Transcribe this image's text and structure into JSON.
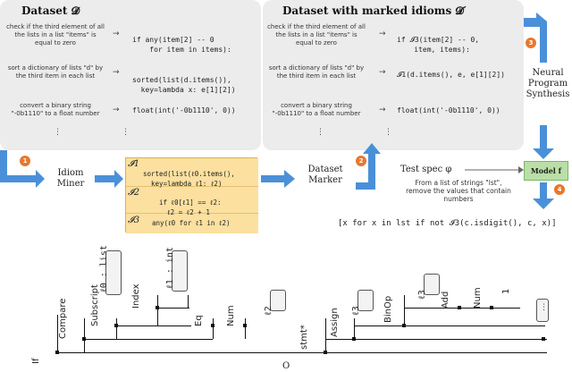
{
  "dataset_panel": {
    "title": "Dataset 𝓓",
    "rows": [
      {
        "desc": "check if the third element of all the lists in a list \"items\" is equal to zero",
        "code": [
          "if any(item[2] -- 0",
          "    for item in items):"
        ]
      },
      {
        "desc": "sort a dictionary of lists \"d\" by the third item in each list",
        "code": [
          "sorted(list(d.items()),",
          "  key=lambda x: e[1][2])"
        ]
      },
      {
        "desc": "convert a binary string \"-0b1110\" to a float number",
        "code": [
          "float(int('-0b1110', 0))"
        ]
      }
    ],
    "arrow": "→",
    "ellipsis": "⋮"
  },
  "marked_panel": {
    "title": "Dataset with marked idioms 𝓓′",
    "rows": [
      {
        "desc": "check if the third element of all the lists in a list \"items\" is equal to zero",
        "code": [
          "if 𝓘3(item[2] -- 0,",
          "    item, items):"
        ]
      },
      {
        "desc": "sort a dictionary of lists \"d\" by the third item in each list",
        "code": [
          "𝓘1(d.items(), e, e[1][2])"
        ]
      },
      {
        "desc": "convert a binary string \"-0b1110\" to a float number",
        "code": [
          "float(int('-0b1110', 0))"
        ]
      }
    ]
  },
  "steps": [
    {
      "badge": "1",
      "label": "Idiom Miner"
    },
    {
      "badge": "2",
      "label": "Dataset Marker"
    },
    {
      "badge": "3",
      "label": "Neural Program Synthesis"
    },
    {
      "badge": "4",
      "label": ""
    }
  ],
  "idioms": [
    {
      "name": "𝓘1",
      "code": [
        "sorted(list(ℓ0.items(),",
        "  key=lambda ℓ1: ℓ2)"
      ]
    },
    {
      "name": "𝓘2",
      "code": [
        "if ℓ0[ℓ1] == ℓ2:",
        "  ℓ2 = ℓ2 + 1"
      ]
    },
    {
      "name": "𝓘3",
      "code": [
        "any(ℓ0 for ℓ1 in ℓ2)"
      ]
    }
  ],
  "test_spec": {
    "label": "Test spec φ",
    "text": "From a list of strings \"lst\", remove the values that contain numbers"
  },
  "model": {
    "label": "Model f"
  },
  "output_code": "[x for x in lst if not 𝓘3(c.isdigit(), c, x)]",
  "tree": {
    "root": "If",
    "labels": [
      "Compare",
      "Subscript",
      "Index",
      "Eq",
      "Num",
      "stmt*",
      "Assign",
      "BinOp",
      "Add",
      "Num",
      "1"
    ],
    "boxes": [
      "ℓ0 : list",
      "ℓ1 : int",
      "ℓ2",
      "ℓ3",
      "ℓ3",
      "⋮"
    ]
  },
  "footer_glyph": "O"
}
